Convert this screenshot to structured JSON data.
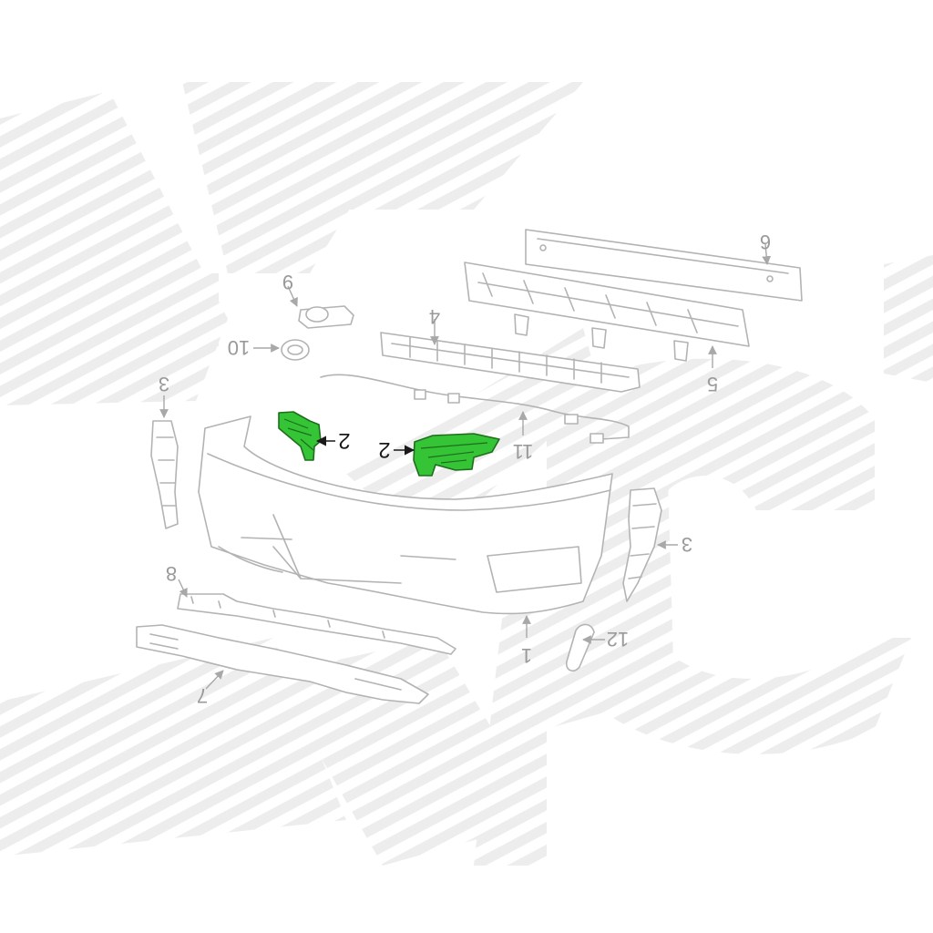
{
  "diagram": {
    "highlight_color": "#35c435",
    "line_color": "#b3b3b3",
    "watermark_color": "#efefef",
    "callouts": {
      "c1": "1",
      "c2_left": "2",
      "c2_right": "2",
      "c3_left": "3",
      "c3_right": "3",
      "c4": "4",
      "c5": "5",
      "c6": "6",
      "c7": "7",
      "c8": "8",
      "c9": "9",
      "c10": "10",
      "c11": "11",
      "c12": "12"
    }
  }
}
